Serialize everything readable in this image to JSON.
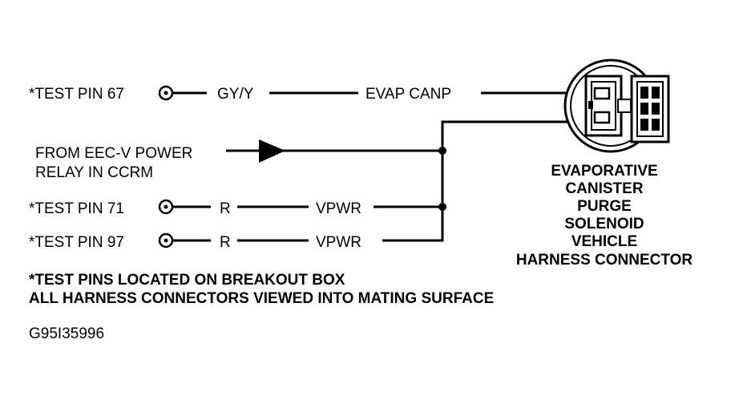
{
  "diagram": {
    "rows": [
      {
        "pin_label": "*TEST PIN 67",
        "wire_color": "GY/Y",
        "circuit": "EVAP CANP"
      },
      {
        "pin_label": "*TEST PIN 71",
        "wire_color": "R",
        "circuit": "VPWR"
      },
      {
        "pin_label": "*TEST PIN 97",
        "wire_color": "R",
        "circuit": "VPWR"
      }
    ],
    "power_source": {
      "line1": "FROM EEC-V POWER",
      "line2": "RELAY IN CCRM"
    },
    "connector_label": [
      "EVAPORATIVE",
      "CANISTER",
      "PURGE",
      "SOLENOID",
      "VEHICLE",
      "HARNESS CONNECTOR"
    ],
    "notes": [
      "*TEST PINS LOCATED ON BREAKOUT BOX",
      "ALL HARNESS CONNECTORS VIEWED INTO MATING SURFACE"
    ],
    "figure_id": "G95I35996"
  },
  "colors": {
    "line": "#000000",
    "background": "#ffffff"
  }
}
